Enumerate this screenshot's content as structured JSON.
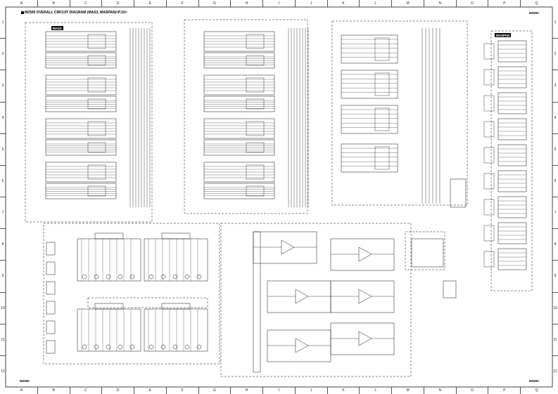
{
  "title": "M2500 OVERALL CIRCUIT DIAGRAM (MAS3, MASPAN)<P.10>",
  "model_top_right": "M2500",
  "model_bottom_left": "M2500",
  "model_bottom_right": "M2500",
  "sections": {
    "mas": "MAS3",
    "maspan": "MASPAN"
  },
  "columns": [
    "A",
    "B",
    "C",
    "D",
    "E",
    "F",
    "G",
    "H",
    "I",
    "J",
    "K",
    "L",
    "M",
    "N",
    "O",
    "P",
    "Q"
  ],
  "rows": [
    "1",
    "2",
    "3",
    "4",
    "5",
    "6",
    "7",
    "8",
    "9",
    "10",
    "11",
    "12"
  ],
  "colors": {
    "ink": "#111111",
    "paper": "#ffffff"
  }
}
